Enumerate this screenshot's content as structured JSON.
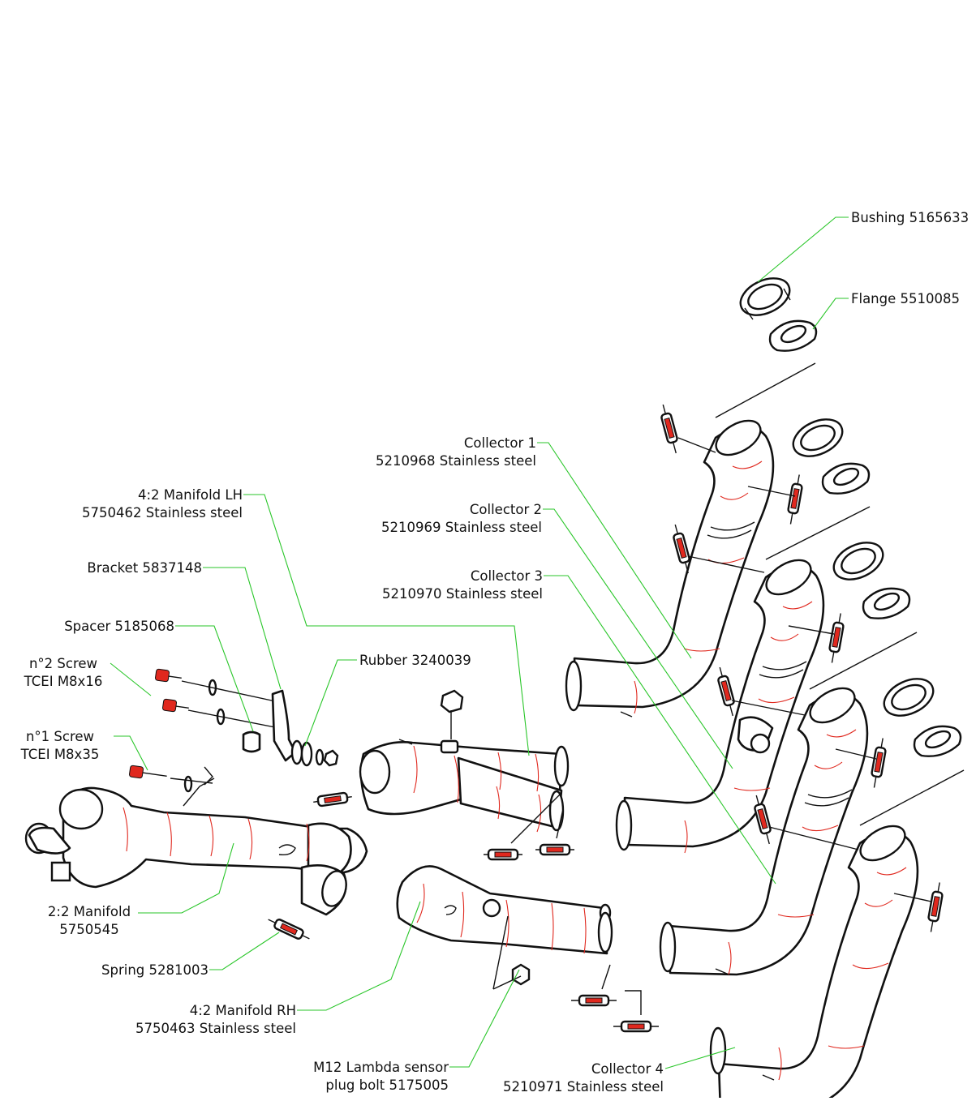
{
  "labels": {
    "bushing": "Bushing 5165633",
    "flange": "Flange 5510085",
    "collector1_name": "Collector 1",
    "collector1_code": "5210968 Stainless steel",
    "collector2_name": "Collector 2",
    "collector2_code": "5210969 Stainless steel",
    "collector3_name": "Collector 3",
    "collector3_code": "5210970 Stainless steel",
    "collector4_name": "Collector 4",
    "collector4_code": "5210971 Stainless steel",
    "manifold_lh_name": "4:2 Manifold LH",
    "manifold_lh_code": "5750462 Stainless steel",
    "manifold_rh_name": "4:2 Manifold RH",
    "manifold_rh_code": "5750463 Stainless steel",
    "bracket": "Bracket 5837148",
    "spacer": "Spacer 5185068",
    "screw2_name": "n°2 Screw",
    "screw2_code": "TCEI M8x16",
    "screw1_name": "n°1 Screw",
    "screw1_code": "TCEI M8x35",
    "rubber": "Rubber 3240039",
    "manifold22_name": "2:2 Manifold",
    "manifold22_code": "5750545",
    "spring": "Spring 5281003",
    "lambda_name": "M12 Lambda sensor",
    "lambda_code": "plug bolt 5175005"
  },
  "colors": {
    "leader": "#29c629",
    "weld": "#e0281e",
    "outline": "#111111"
  }
}
